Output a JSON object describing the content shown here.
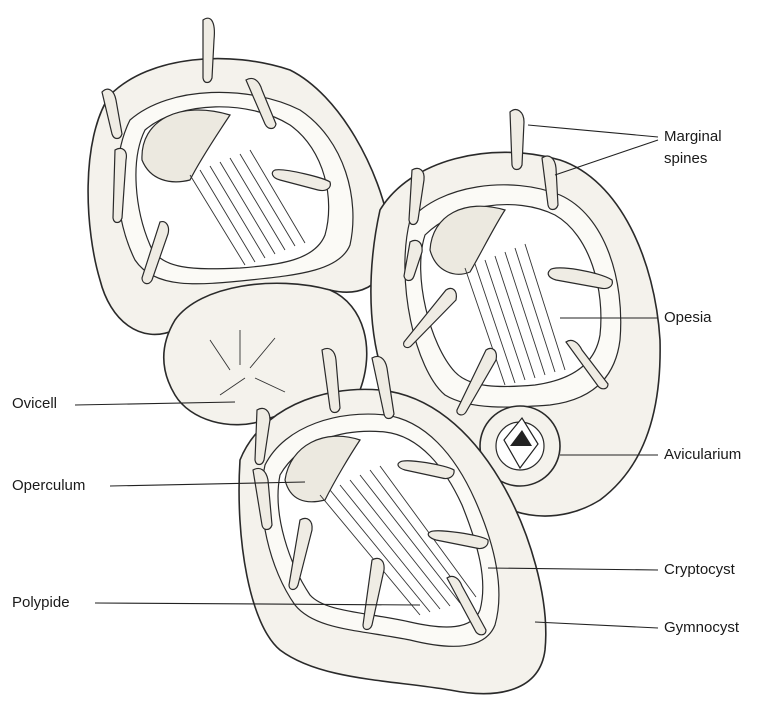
{
  "labels": {
    "marginal_spines_1": "Marginal",
    "marginal_spines_2": "spines",
    "opesia": "Opesia",
    "avicularium": "Avicularium",
    "cryptocyst": "Cryptocyst",
    "gymnocyst": "Gymnocyst",
    "ovicell": "Ovicell",
    "operculum": "Operculum",
    "polypide": "Polypide"
  }
}
